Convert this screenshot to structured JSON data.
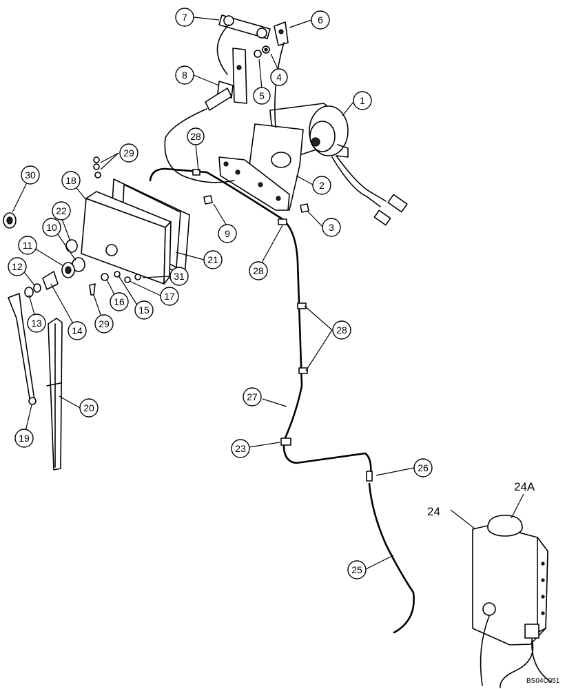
{
  "figure_code": "BS04C051",
  "callouts": [
    "1",
    "2",
    "3",
    "4",
    "5",
    "6",
    "7",
    "8",
    "9",
    "10",
    "11",
    "12",
    "13",
    "14",
    "15",
    "16",
    "17",
    "18",
    "19",
    "20",
    "21",
    "22",
    "23",
    "24",
    "24A",
    "25",
    "26",
    "27",
    "28",
    "29",
    "30",
    "31"
  ]
}
